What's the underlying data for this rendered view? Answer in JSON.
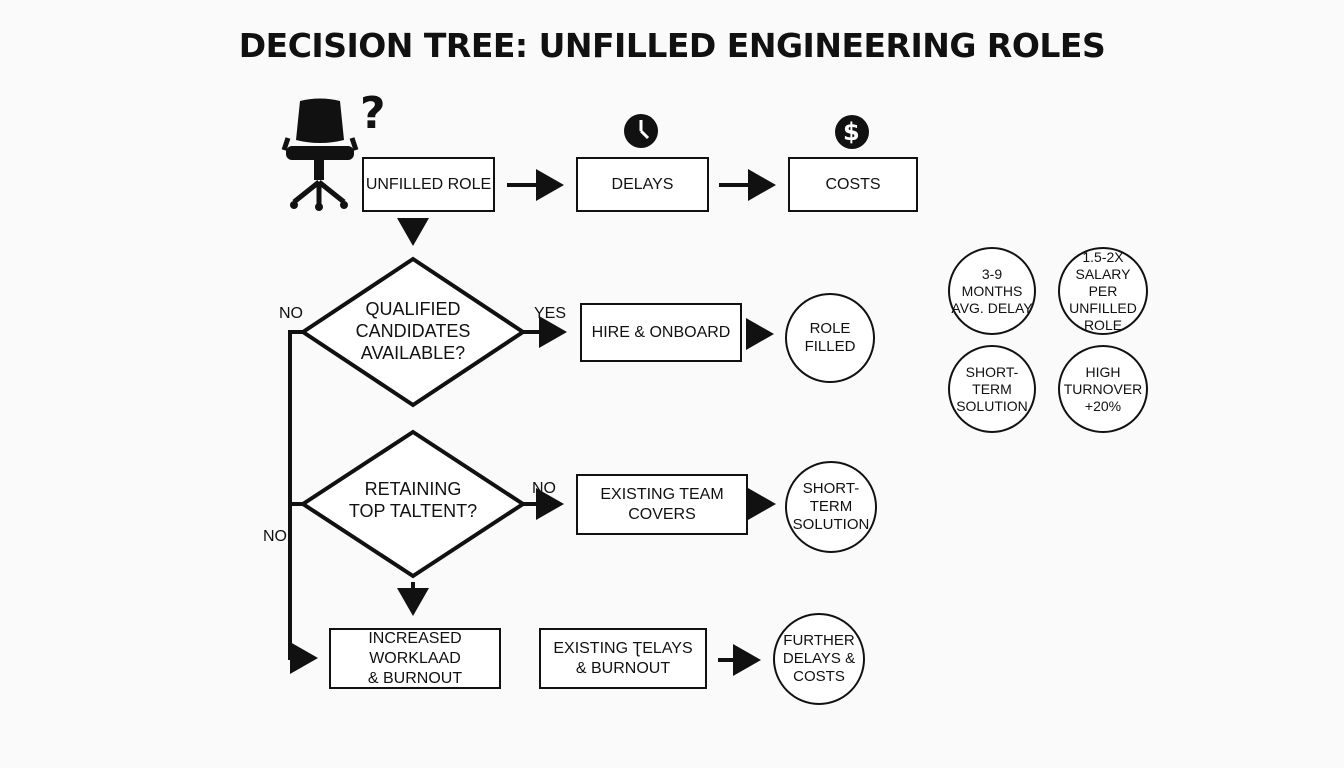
{
  "title": "DECISION TREE: UNFILLED ENGINEERING ROLES",
  "nodes": {
    "unfilled_role": "UNFILLED ROLE",
    "delays": "DELAYS",
    "costs": "COSTS",
    "qualified": [
      "QUALIFIED",
      "CANDIDATES",
      "AVAILABLE?"
    ],
    "hire": "HIRE & ONBOARD",
    "role_filled": [
      "ROLE",
      "FILLED"
    ],
    "retaining": [
      "RETAINING",
      "TOP TALTENT?"
    ],
    "existing_team": [
      "EXISTING TEAM",
      "COVERS"
    ],
    "short_term": [
      "SHORT-TERM",
      "SOLUTION"
    ],
    "workload": [
      "INCREASED WORKLAAD",
      "& BURNOUT"
    ],
    "existing_delays": [
      "EXISTING ƮELAYS",
      "& BURNOUT"
    ],
    "further": [
      "FURTHER",
      "DELAYS &",
      "COSTS"
    ]
  },
  "edge_labels": {
    "yes": "YES",
    "no_retain": "NO",
    "no_qualified": "NO",
    "no_lower": "NO"
  },
  "stats": [
    [
      "3-9 MONTHS",
      "AVG. DELAY"
    ],
    [
      "1.5-2X",
      "SALARY PER",
      "UNFILLED",
      "ROLE"
    ],
    [
      "SHORT-TERM",
      "SOLUTION"
    ],
    [
      "HIGH",
      "TURNOVER",
      "+20%"
    ]
  ],
  "icons": {
    "chair": "office-chair-icon",
    "question": "?",
    "clock": "clock-icon",
    "dollar": "$"
  }
}
